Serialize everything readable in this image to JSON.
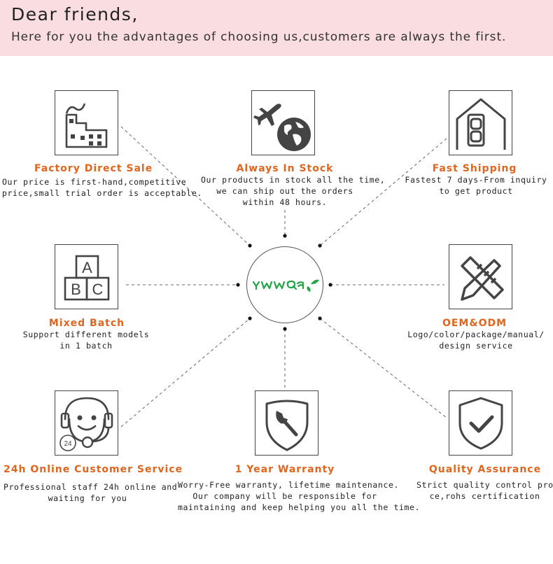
{
  "header": {
    "greeting": "Dear friends,",
    "subtitle": "Here for you the advantages of choosing us,customers are always the first."
  },
  "center_logo": {
    "brand": "YWWQ",
    "icon": "leaf-icon"
  },
  "colors": {
    "header_bg": "#f9dde1",
    "title": "#e0651f",
    "logo": "#22a345"
  },
  "features": [
    {
      "title": "Factory Direct Sale",
      "icon": "factory-icon",
      "desc": [
        "Our price is first-hand,competitive",
        "price,small trial order is acceptable."
      ]
    },
    {
      "title": "Always In Stock",
      "icon": "plane-globe-icon",
      "desc": [
        "Our products in stock all the time,",
        "we can ship out the orders",
        "within 48 hours."
      ]
    },
    {
      "title": "Fast Shipping",
      "icon": "warehouse-icon",
      "desc": [
        "Fastest 7 days-From inquiry",
        "to get product"
      ]
    },
    {
      "title": "Mixed Batch",
      "icon": "abc-blocks-icon",
      "desc": [
        "Support different models",
        "in 1 batch"
      ]
    },
    {
      "title": "OEM&ODM",
      "icon": "pencil-ruler-icon",
      "desc": [
        "Logo/color/package/manual/",
        "design service"
      ]
    },
    {
      "title": "24h Online Customer Service",
      "icon": "headset-24h-icon",
      "desc": [
        "Professional staff 24h online and",
        "waiting for you"
      ]
    },
    {
      "title": "1 Year Warranty",
      "icon": "wrench-shield-icon",
      "desc": [
        "Worry-Free warranty, lifetime maintenance.",
        "Our company will be responsible for",
        "maintaining and keep helping you all the time."
      ]
    },
    {
      "title": "Quality Assurance",
      "icon": "check-shield-icon",
      "desc": [
        "Strict quality control process",
        "ce,rohs certification"
      ]
    }
  ]
}
